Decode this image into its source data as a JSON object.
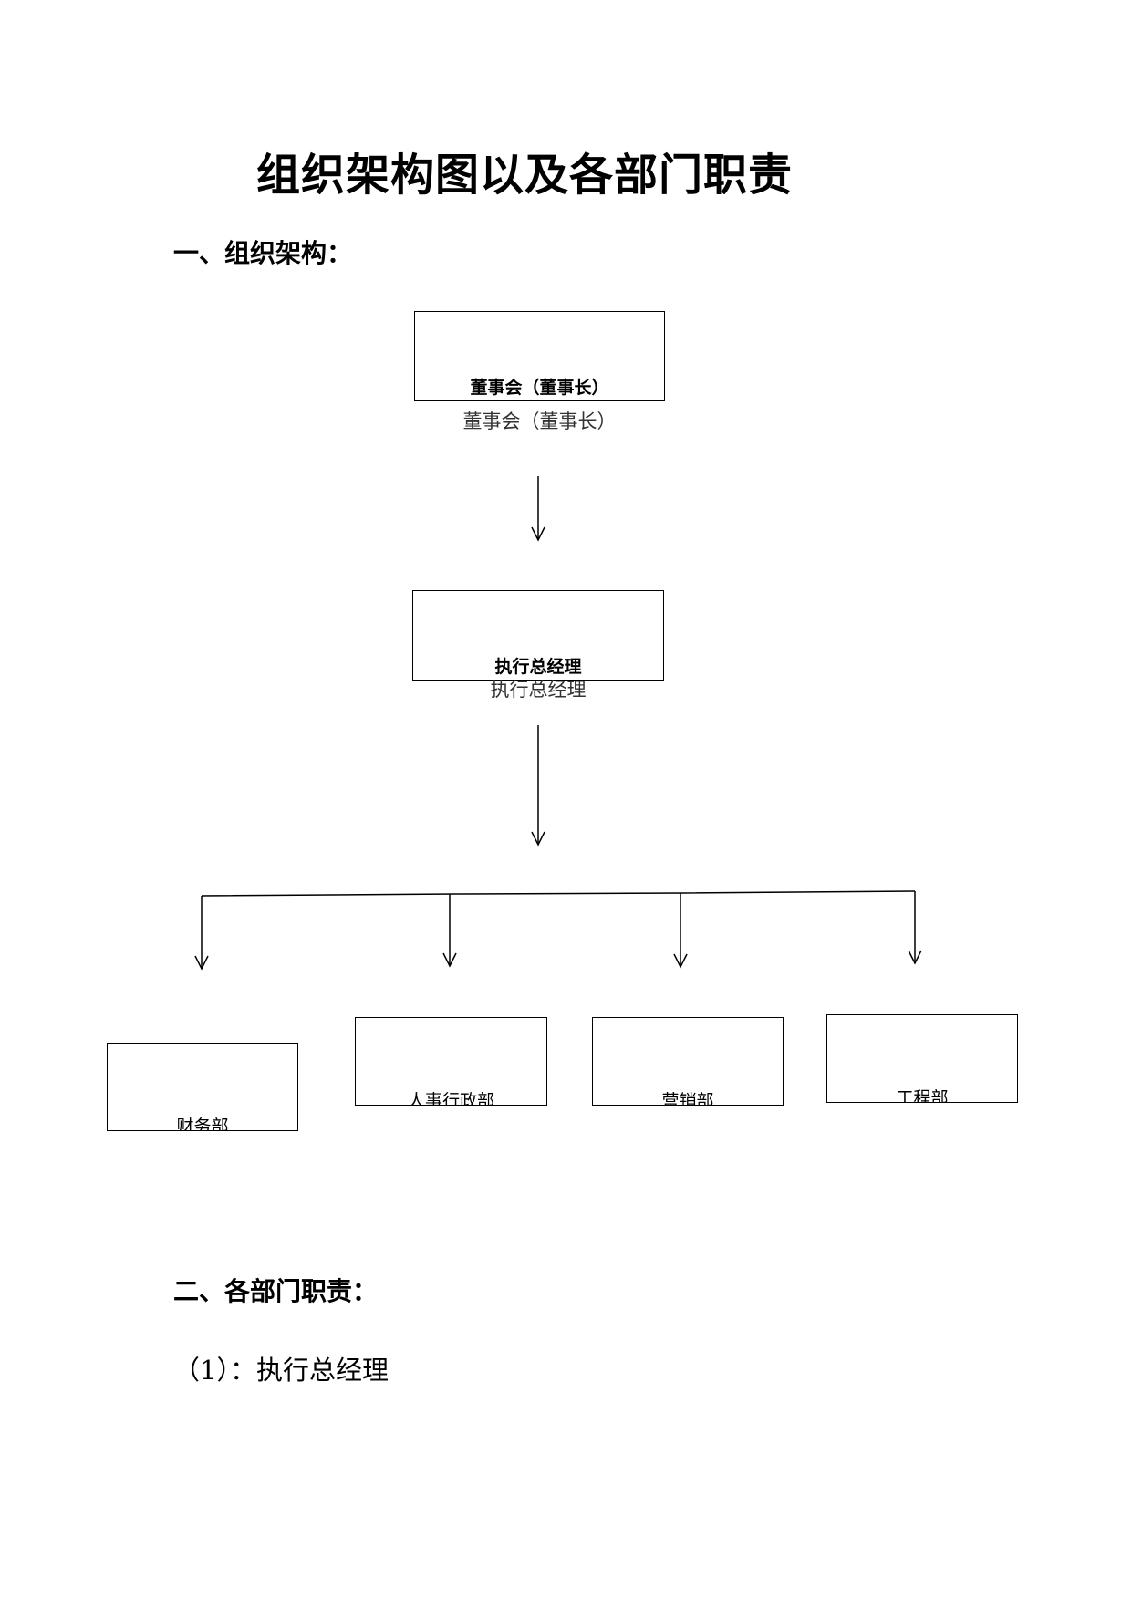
{
  "document": {
    "title": "组织架构图以及各部门职责",
    "section1": "一、组织架构：",
    "section2": "二、各部门职责：",
    "subsection1": "（1）：执行总经理"
  },
  "org_chart": {
    "board": {
      "box_label": "董事会（董事长）",
      "caption": "董事会（董事长）"
    },
    "executive": {
      "box_label": "执行总经理",
      "caption": "执行总经理"
    },
    "departments": [
      {
        "label": "财务部"
      },
      {
        "label": "人事行政部"
      },
      {
        "label": "营销部"
      },
      {
        "label": "工程部"
      }
    ]
  }
}
